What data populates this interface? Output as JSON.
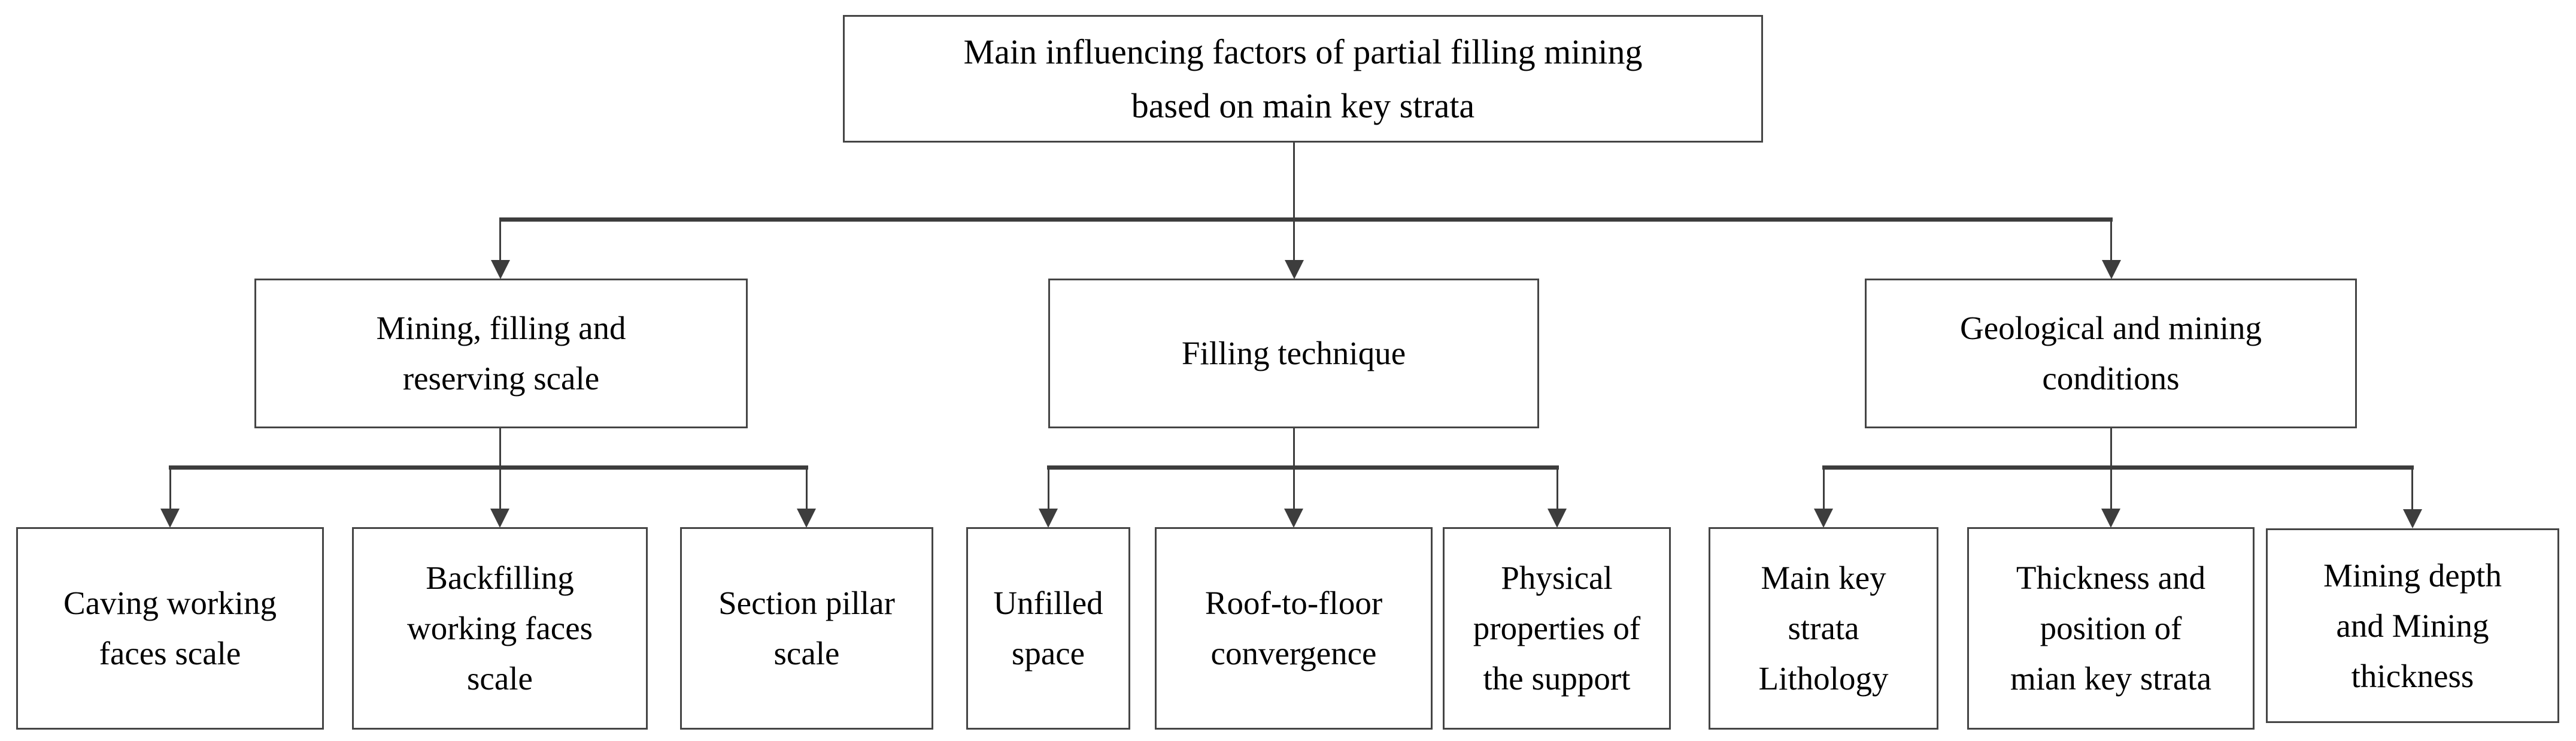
{
  "figure": {
    "type": "flowchart",
    "root": {
      "label": "Main influencing factors of partial filling mining\nbased on main key strata"
    },
    "branches": [
      {
        "label": "Mining, filling and\nreserving scale",
        "children": [
          "Caving working\nfaces scale",
          "Backfilling\nworking faces\nscale",
          "Section pillar\nscale"
        ]
      },
      {
        "label": "Filling technique",
        "children": [
          "Unfilled\nspace",
          "Roof-to-floor\nconvergence",
          "Physical\nproperties of\nthe support"
        ]
      },
      {
        "label": "Geological and mining\nconditions",
        "children": [
          "Main key\nstrata\nLithology",
          "Thickness and\nposition of\nmian key strata",
          "Mining depth\nand Mining\nthickness"
        ]
      }
    ]
  },
  "colors": {
    "line": "#3d3d3d",
    "border": "#454545",
    "text": "#000000",
    "background": "#ffffff"
  }
}
